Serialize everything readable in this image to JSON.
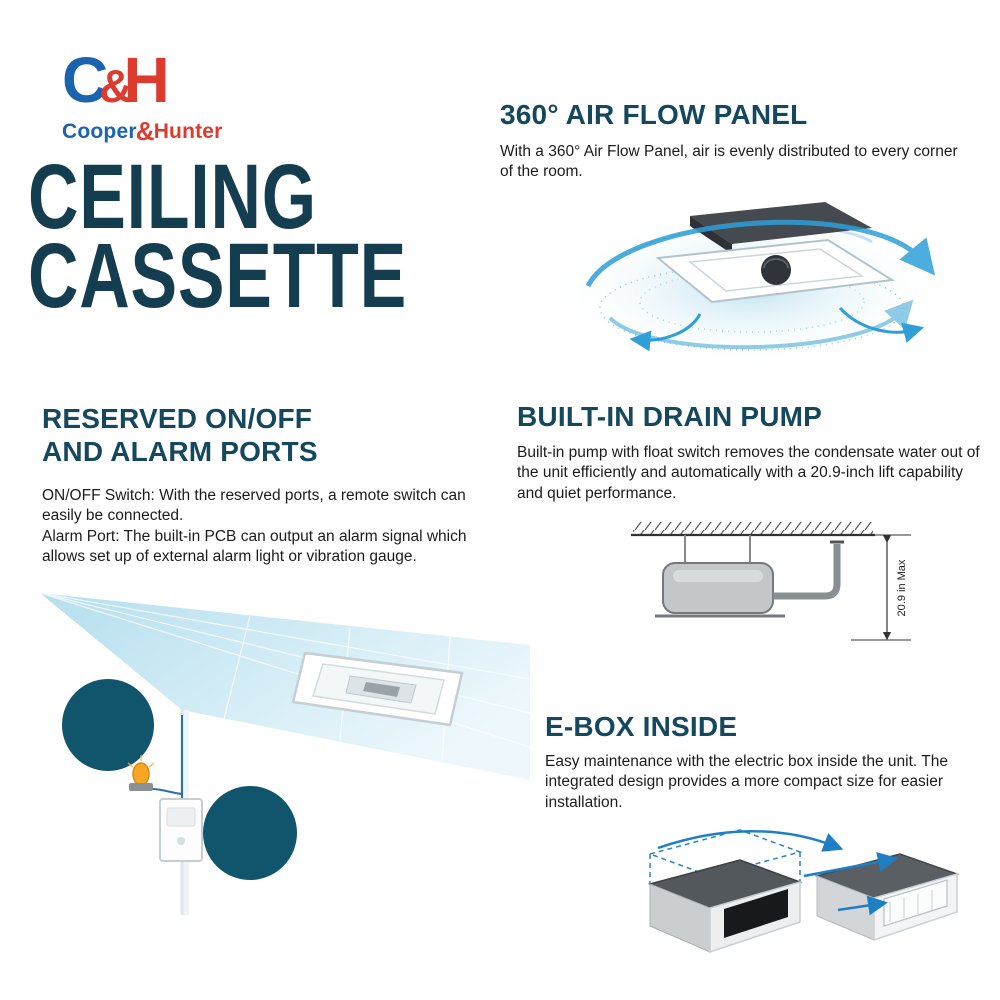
{
  "brand": {
    "logo_c": "C",
    "logo_amp": "&",
    "logo_h": "H",
    "cooper": "Cooper",
    "amp": "&",
    "hunter": "Hunter"
  },
  "title": {
    "line1": "CEILING",
    "line2": "CASSETTE"
  },
  "sections": {
    "airflow": {
      "title": "360° AIR FLOW PANEL",
      "body": "With a 360° Air Flow Panel, air is evenly distributed to every corner of the room."
    },
    "ports": {
      "title_line1": "RESERVED ON/OFF",
      "title_line2": "AND ALARM PORTS",
      "para1": "ON/OFF Switch: With the reserved ports, a remote switch can easily be connected.",
      "para2": "Alarm Port: The built-in PCB can output an alarm signal which allows set up of external alarm light or vibration gauge."
    },
    "drain": {
      "title": "BUILT-IN DRAIN PUMP",
      "body": "Built-in pump with float switch removes the condensate water out of the unit efficiently and automatically with a 20.9-inch lift capability and quiet performance.",
      "dimension_label": "20.9 in Max"
    },
    "ebox": {
      "title": "E-BOX INSIDE",
      "body": "Easy maintenance with the electric box inside the unit. The integrated design provides a more compact size for easier installation."
    }
  },
  "colors": {
    "heading": "#15475d",
    "title": "#143d50",
    "logo_blue": "#1b63ae",
    "logo_red": "#dd3b2e",
    "teal_circle": "#11556d",
    "flow_blue": "#2f9fd6"
  }
}
